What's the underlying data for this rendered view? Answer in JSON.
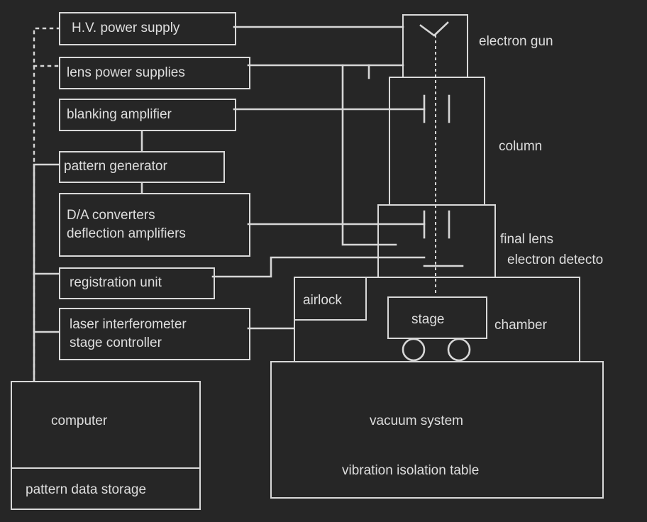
{
  "boxes": {
    "hv_power_supply": "H.V. power supply",
    "lens_power_supplies": "lens power supplies",
    "blanking_amplifier": "blanking amplifier",
    "pattern_generator": "pattern generator",
    "da_converters": "D/A converters",
    "deflection_amplifiers": "deflection amplifiers",
    "registration_unit": "registration unit",
    "laser_interferometer": "laser interferometer",
    "stage_controller": "stage controller",
    "computer": "computer",
    "pattern_data_storage": "pattern data storage",
    "airlock": "airlock",
    "stage": "stage",
    "vacuum_system": "vacuum system",
    "vibration_isolation_table": "vibration isolation table"
  },
  "labels": {
    "electron_gun": "electron gun",
    "column": "column",
    "final_lens": "final lens",
    "electron_detector": "electron detecto",
    "chamber": "chamber"
  }
}
